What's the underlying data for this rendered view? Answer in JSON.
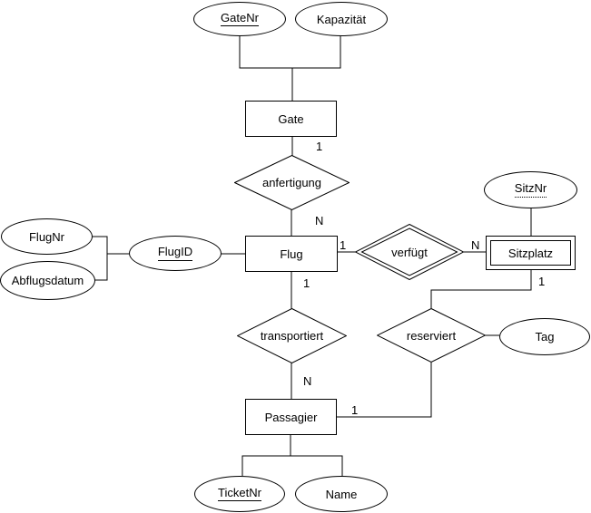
{
  "diagram": {
    "kind": "entity-relationship-diagram",
    "colors": {
      "stroke": "#000000",
      "fill": "#ffffff",
      "text": "#000000",
      "background": "#ffffff"
    },
    "entities": {
      "gate": {
        "label": "Gate",
        "weak": false
      },
      "flug": {
        "label": "Flug",
        "weak": false
      },
      "passagier": {
        "label": "Passagier",
        "weak": false
      },
      "sitzplatz": {
        "label": "Sitzplatz",
        "weak": true
      }
    },
    "relationships": {
      "anfertigung": {
        "label": "anfertigung",
        "identifying": false
      },
      "verfuegt": {
        "label": "verfügt",
        "identifying": true
      },
      "transportiert": {
        "label": "transportiert",
        "identifying": false
      },
      "reserviert": {
        "label": "reserviert",
        "identifying": false
      }
    },
    "attributes": {
      "gatenr": {
        "label": "GateNr",
        "key": "primary",
        "of": "gate"
      },
      "kapazitaet": {
        "label": "Kapazität",
        "key": "none",
        "of": "gate"
      },
      "flugnr": {
        "label": "FlugNr",
        "key": "none",
        "of": "flug"
      },
      "abflugsdatum": {
        "label": "Abflugsdatum",
        "key": "none",
        "of": "flug"
      },
      "flugid": {
        "label": "FlugID",
        "key": "primary",
        "of": "flug"
      },
      "sitznr": {
        "label": "SitzNr",
        "key": "partial",
        "of": "sitzplatz"
      },
      "tag": {
        "label": "Tag",
        "key": "none",
        "of": "reserviert"
      },
      "ticketnr": {
        "label": "TicketNr",
        "key": "primary",
        "of": "passagier"
      },
      "name": {
        "label": "Name",
        "key": "none",
        "of": "passagier"
      }
    },
    "cardinalities": {
      "gate_anfertigung": "1",
      "anfertigung_flug": "N",
      "flug_verfuegt": "1",
      "verfuegt_sitzplatz": "N",
      "flug_transportiert": "1",
      "transportiert_passagier": "N",
      "sitzplatz_reserviert": "1",
      "passagier_reserviert": "1"
    }
  }
}
